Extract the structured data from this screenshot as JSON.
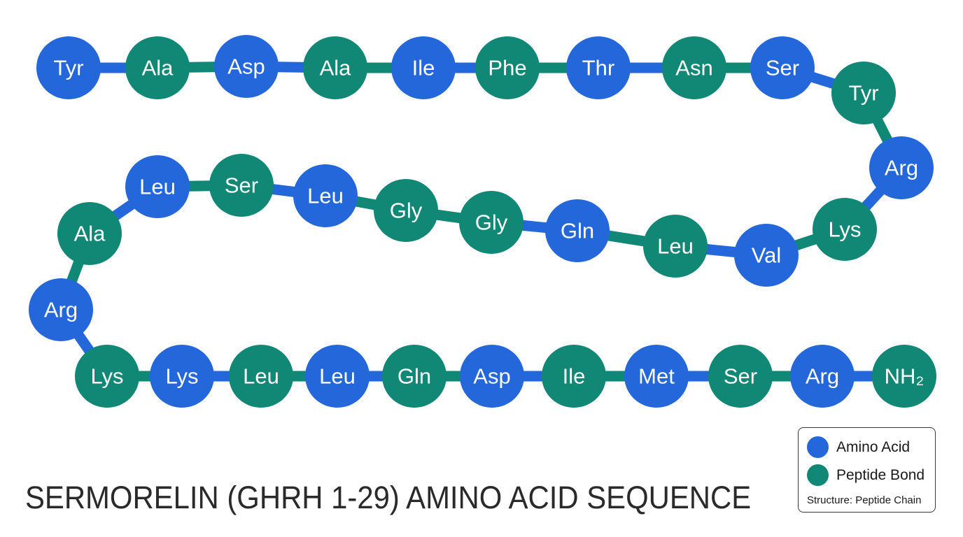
{
  "title": "SERMORELIN (GHRH 1-29) AMINO ACID SEQUENCE",
  "colors": {
    "amino_acid": "#2467db",
    "peptide_bond": "#118775",
    "text_on_node": "#ffffff",
    "title": "#2a2a2a",
    "background": "#ffffff"
  },
  "legend": {
    "items": [
      {
        "label": "Amino Acid",
        "color_key": "amino_acid"
      },
      {
        "label": "Peptide Bond",
        "color_key": "peptide_bond"
      }
    ],
    "note": "Structure: Peptide Chain"
  },
  "sequence": [
    {
      "label": "Tyr",
      "type": "amino_acid"
    },
    {
      "label": "Ala",
      "type": "peptide_bond"
    },
    {
      "label": "Asp",
      "type": "amino_acid"
    },
    {
      "label": "Ala",
      "type": "peptide_bond"
    },
    {
      "label": "Ile",
      "type": "amino_acid"
    },
    {
      "label": "Phe",
      "type": "peptide_bond"
    },
    {
      "label": "Thr",
      "type": "amino_acid"
    },
    {
      "label": "Asn",
      "type": "peptide_bond"
    },
    {
      "label": "Ser",
      "type": "amino_acid"
    },
    {
      "label": "Tyr",
      "type": "peptide_bond"
    },
    {
      "label": "Arg",
      "type": "amino_acid"
    },
    {
      "label": "Lys",
      "type": "peptide_bond"
    },
    {
      "label": "Val",
      "type": "amino_acid"
    },
    {
      "label": "Leu",
      "type": "peptide_bond"
    },
    {
      "label": "Gln",
      "type": "amino_acid"
    },
    {
      "label": "Gly",
      "type": "peptide_bond"
    },
    {
      "label": "Gly",
      "type": "peptide_bond"
    },
    {
      "label": "Leu",
      "type": "amino_acid"
    },
    {
      "label": "Ser",
      "type": "peptide_bond"
    },
    {
      "label": "Leu",
      "type": "amino_acid"
    },
    {
      "label": "Ala",
      "type": "peptide_bond"
    },
    {
      "label": "Arg",
      "type": "amino_acid"
    },
    {
      "label": "Lys",
      "type": "peptide_bond"
    },
    {
      "label": "Lys",
      "type": "amino_acid"
    },
    {
      "label": "Leu",
      "type": "peptide_bond"
    },
    {
      "label": "Leu",
      "type": "amino_acid"
    },
    {
      "label": "Gln",
      "type": "peptide_bond"
    },
    {
      "label": "Asp",
      "type": "amino_acid"
    },
    {
      "label": "Ile",
      "type": "peptide_bond"
    },
    {
      "label": "Met",
      "type": "amino_acid"
    },
    {
      "label": "Ser",
      "type": "peptide_bond"
    },
    {
      "label": "Arg",
      "type": "amino_acid"
    },
    {
      "label": "NH₂",
      "type": "peptide_bond"
    }
  ]
}
